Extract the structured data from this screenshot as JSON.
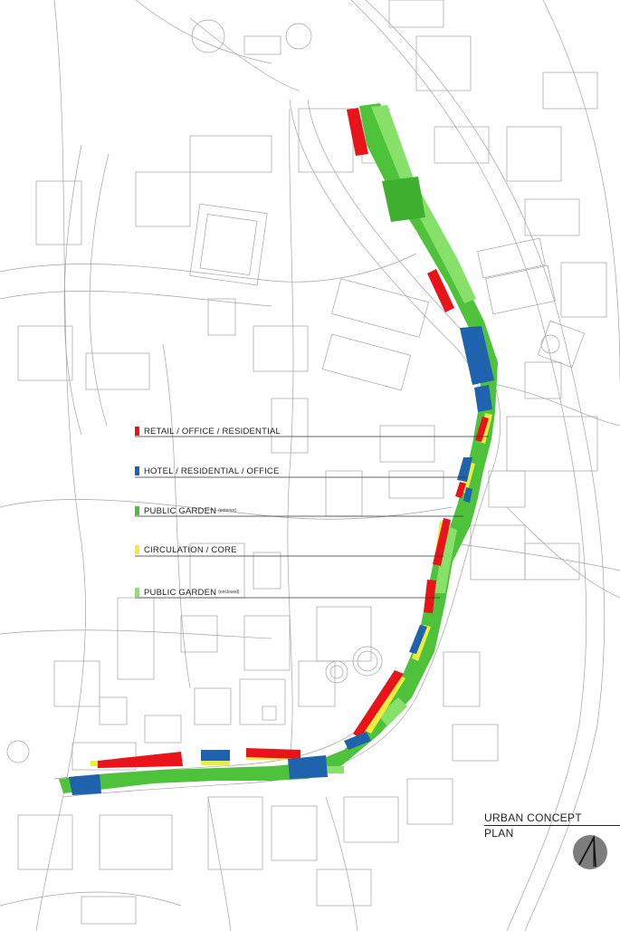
{
  "legend": {
    "items": [
      {
        "label": "RETAIL / OFFICE / RESIDENTIAL",
        "note": "",
        "color": "#e8141a"
      },
      {
        "label": "HOTEL / RESIDENTIAL / OFFICE",
        "note": "",
        "color": "#1f62ad"
      },
      {
        "label": "PUBLIC GARDEN",
        "note": "(exterior)",
        "color": "#49bf3a"
      },
      {
        "label": "CIRCULATION / CORE",
        "note": "",
        "color": "#e9ef3c"
      },
      {
        "label": "PUBLIC GARDEN",
        "note": "(enclosed)",
        "color": "#8be36d"
      }
    ]
  },
  "title": {
    "line1": "URBAN CONCEPT",
    "line2": "PLAN"
  },
  "colors": {
    "base_lines": "#9a9a9a",
    "background": "#ffffff",
    "north_disc": "#7d7d7d"
  }
}
